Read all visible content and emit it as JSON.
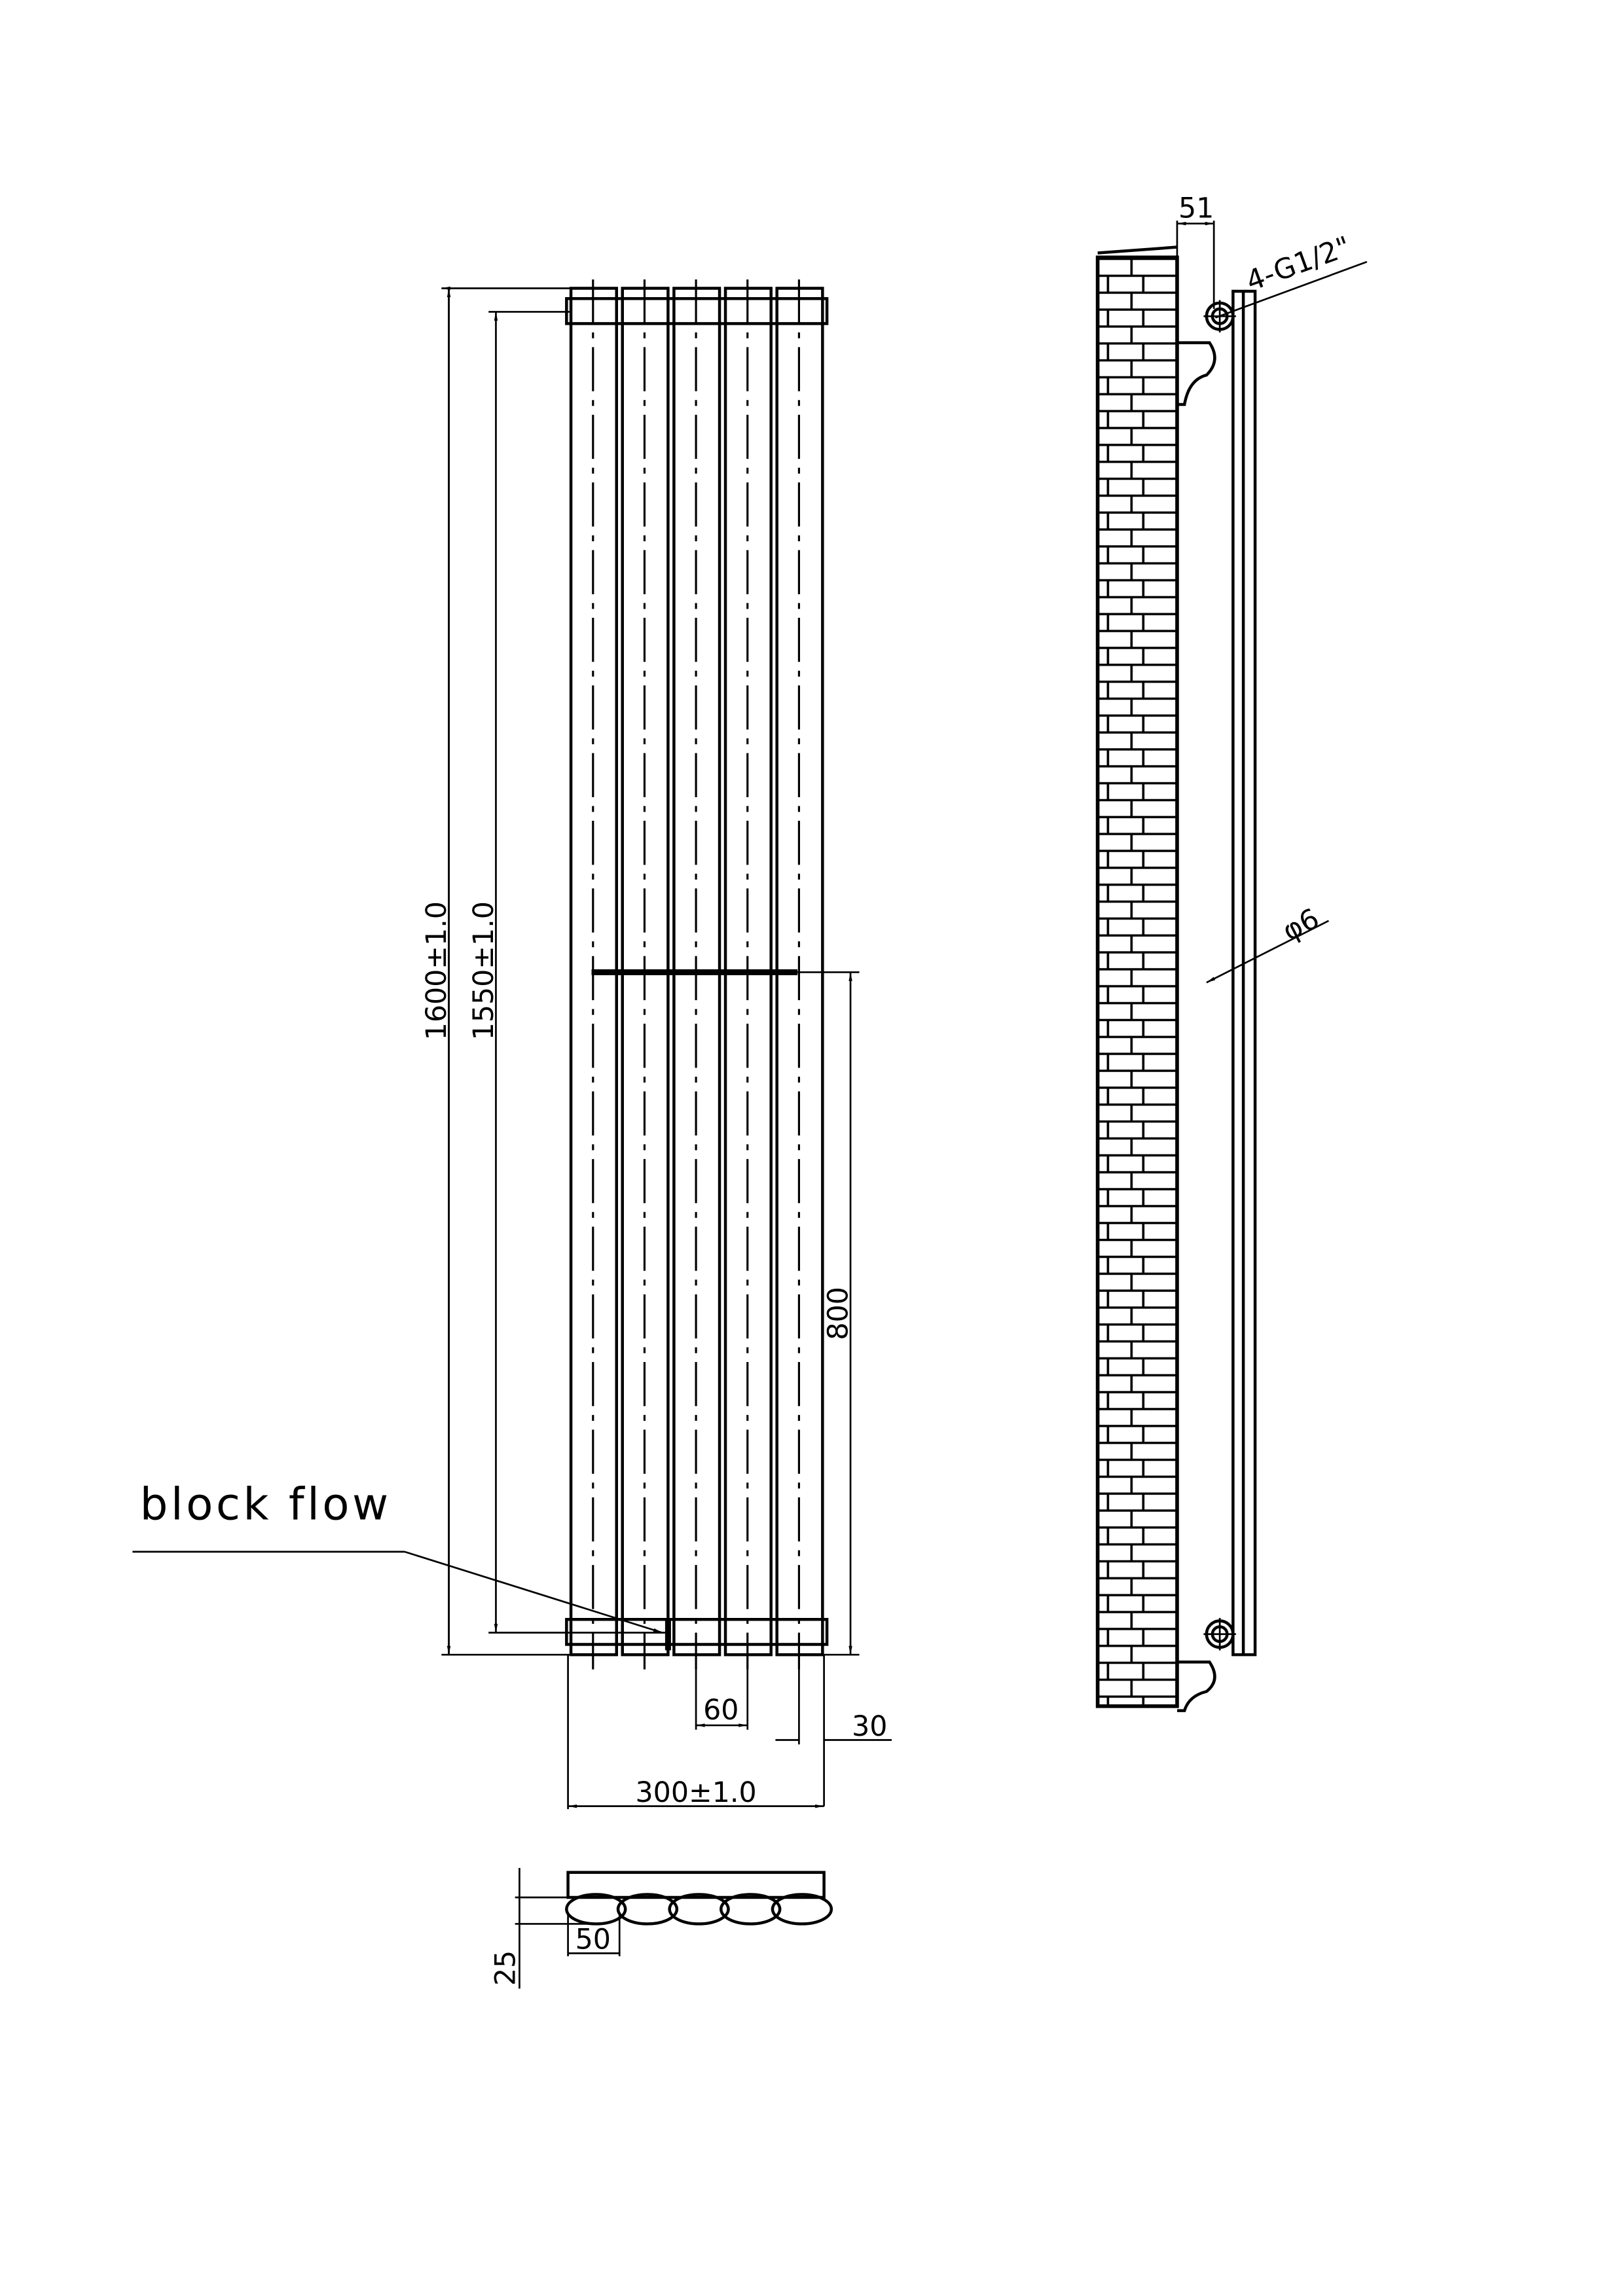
{
  "drawing": {
    "front_view": {
      "overall_height": "1600±1.0",
      "centres_height": "1550±1.0",
      "mid_height": "800",
      "column_pitch": "60",
      "column_width": "30",
      "overall_width": "300±1.0",
      "note": "block flow",
      "columns": 5
    },
    "plan_view": {
      "depth": "25",
      "tube_width": "50"
    },
    "side_view": {
      "wall_offset": "51",
      "connections": "4-G1/2\"",
      "diameter": "φ6"
    }
  }
}
